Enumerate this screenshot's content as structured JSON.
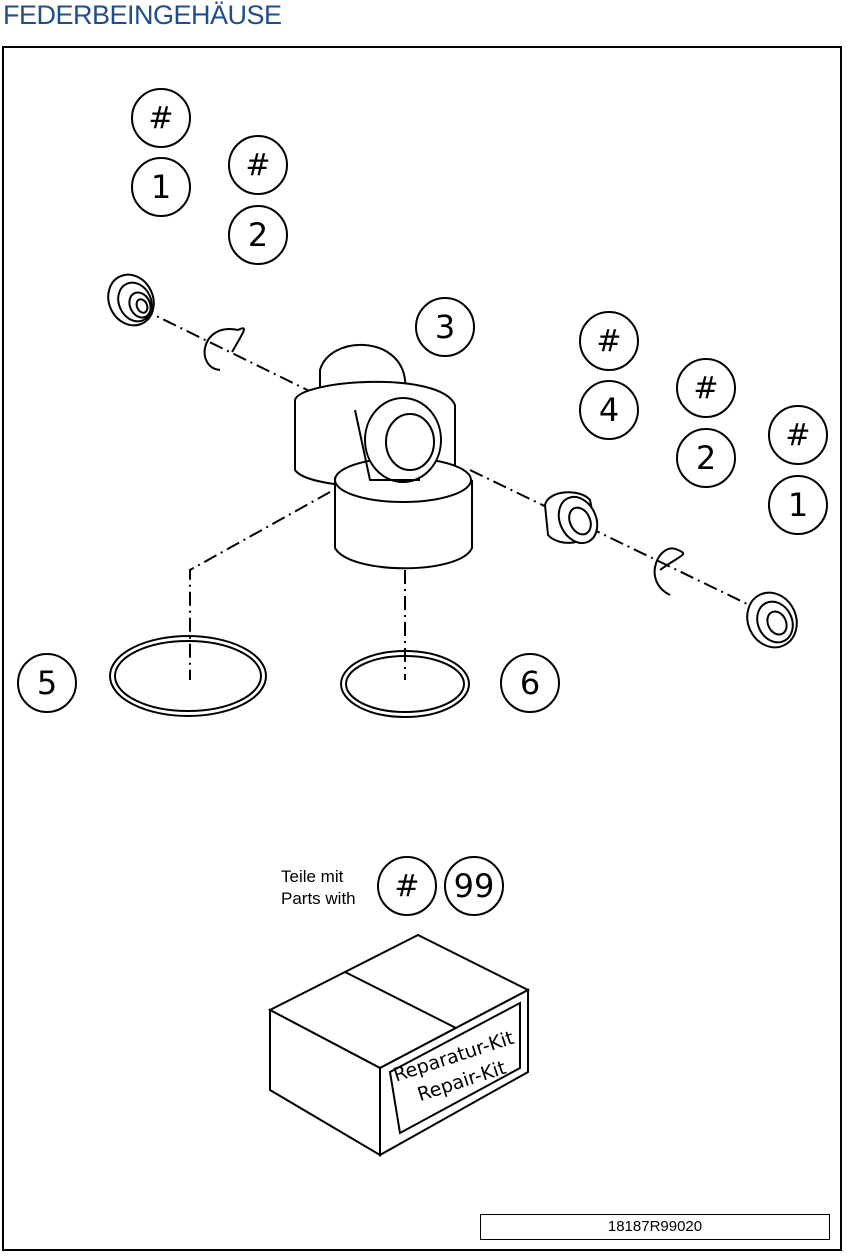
{
  "title": "FEDERBEINGEHÄUSE",
  "callouts": {
    "c_hash_a": "#",
    "c_1a": "1",
    "c_hash_b": "#",
    "c_2a": "2",
    "c_3": "3",
    "c_hash_c": "#",
    "c_4": "4",
    "c_hash_d": "#",
    "c_2b": "2",
    "c_hash_e": "#",
    "c_1b": "1",
    "c_5": "5",
    "c_6": "6",
    "c_hash_legend": "#",
    "c_99": "99"
  },
  "legend": {
    "line1": "Teile mit",
    "line2": "Parts with"
  },
  "kit_label": {
    "line1": "Reparatur-Kit",
    "line2": "Repair-Kit"
  },
  "doc_id": "18187R99020"
}
